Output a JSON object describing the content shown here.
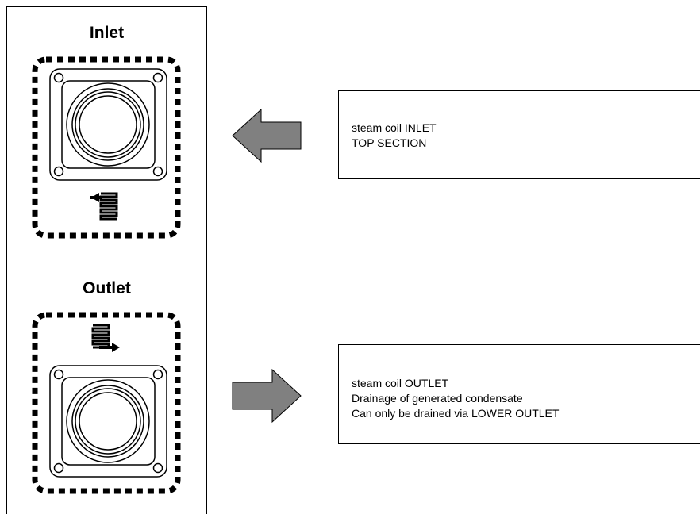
{
  "inlet": {
    "heading": "Inlet",
    "description": [
      "steam coil INLET",
      "TOP SECTION"
    ],
    "arrow_direction": "left",
    "symbol": "coil-inlet-icon"
  },
  "outlet": {
    "heading": "Outlet",
    "description": [
      "steam coil OUTLET",
      "Drainage of generated condensate",
      "Can only be drained via LOWER OUTLET"
    ],
    "arrow_direction": "right",
    "symbol": "coil-outlet-icon"
  },
  "colors": {
    "arrow_fill": "#808080",
    "outline": "#000000",
    "background": "#ffffff"
  }
}
